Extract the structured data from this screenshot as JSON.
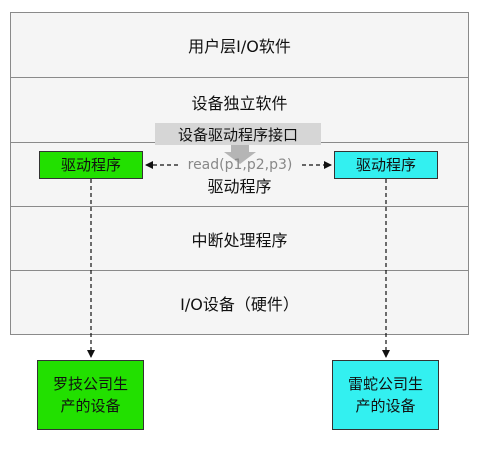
{
  "layers": {
    "user_io": "用户层I/O软件",
    "device_independent": "设备独立软件",
    "driver_layer": "驱动程序",
    "interrupt_handler": "中断处理程序",
    "io_hardware": "I/O设备（硬件）"
  },
  "interface_label": "设备驱动程序接口",
  "driver_left": "驱动程序",
  "driver_right": "驱动程序",
  "read_call": "read(p1,p2,p3)",
  "device_left": {
    "line1": "罗技公司生",
    "line2": "产的设备"
  },
  "device_right": {
    "line1": "雷蛇公司生",
    "line2": "产的设备"
  },
  "colors": {
    "left_vendor": "#22e000",
    "right_vendor": "#33f0f0",
    "layer_fill": "#f5f5f5",
    "interface_fill": "#d6d6d6"
  }
}
